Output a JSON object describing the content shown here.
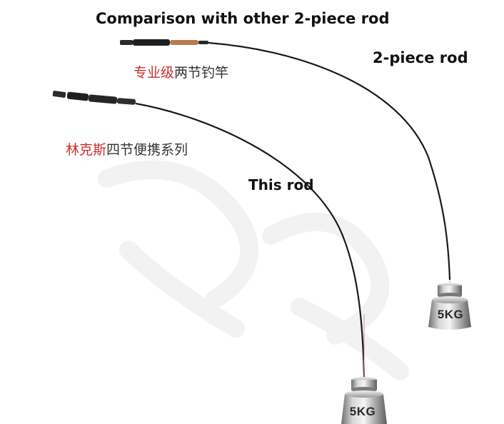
{
  "title": "Comparison with other 2-piece rod",
  "labels": {
    "two_piece": "2-piece rod",
    "this_rod": "This rod"
  },
  "cn_labels": {
    "two_piece_red": "专业级",
    "two_piece_dark": "两节钓竿",
    "this_rod_red": "林克斯",
    "this_rod_dark": "四节便携系列"
  },
  "weights": {
    "upper": "5KG",
    "lower": "5KG"
  },
  "colors": {
    "accent_red": "#c9302c",
    "text_dark": "#333333",
    "rod": "#1a1a1a",
    "weight_steel": "#9a9a9a"
  }
}
